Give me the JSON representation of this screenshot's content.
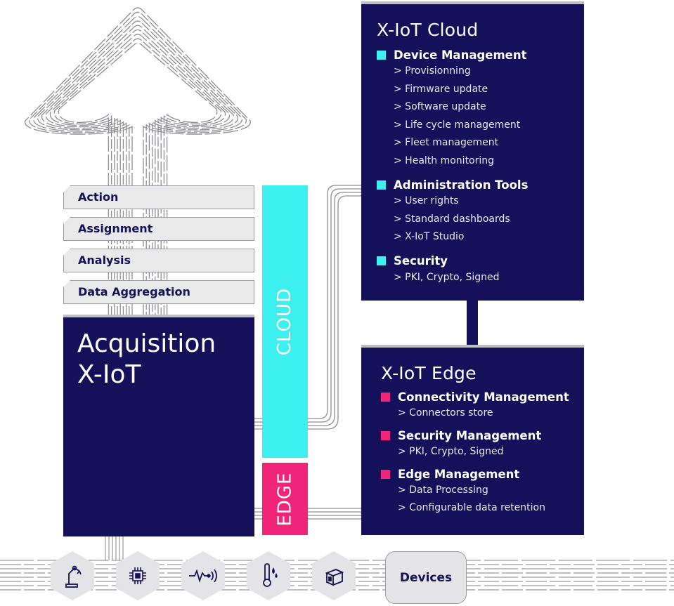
{
  "cloud": {
    "title": "X-IoT Cloud",
    "sections": [
      {
        "title": "Device Management",
        "items": [
          "> Provisionning",
          "> Firmware update",
          "> Software update",
          "> Life cycle management",
          "> Fleet management",
          "> Health monitoring"
        ]
      },
      {
        "title": "Administration Tools",
        "items": [
          "> User rights",
          "> Standard dashboards",
          "> X-IoT Studio"
        ]
      },
      {
        "title": "Security",
        "items": [
          "> PKI, Crypto, Signed"
        ]
      }
    ]
  },
  "edge": {
    "title": "X-IoT Edge",
    "sections": [
      {
        "title": "Connectivity Management",
        "items": [
          "> Connectors store"
        ]
      },
      {
        "title": "Security Management",
        "items": [
          "> PKI, Crypto, Signed"
        ]
      },
      {
        "title": "Edge Management",
        "items": [
          "> Data Processing",
          "> Configurable data retention"
        ]
      }
    ]
  },
  "acquisition": {
    "line1": "Acquisition",
    "line2": "X-IoT"
  },
  "layers": [
    "Action",
    "Assignment",
    "Analysis",
    "Data Aggregation"
  ],
  "bars": {
    "cloud": "CLOUD",
    "edge": "EDGE"
  },
  "devices_label": "Devices",
  "device_icons": [
    "robot-arm-icon",
    "chip-icon",
    "signal-wave-icon",
    "thermometer-icon",
    "box-icon"
  ],
  "colors": {
    "navy": "#14105a",
    "cyan": "#3df0f0",
    "pink": "#f0257a",
    "light_gray": "#e9e9ea"
  }
}
